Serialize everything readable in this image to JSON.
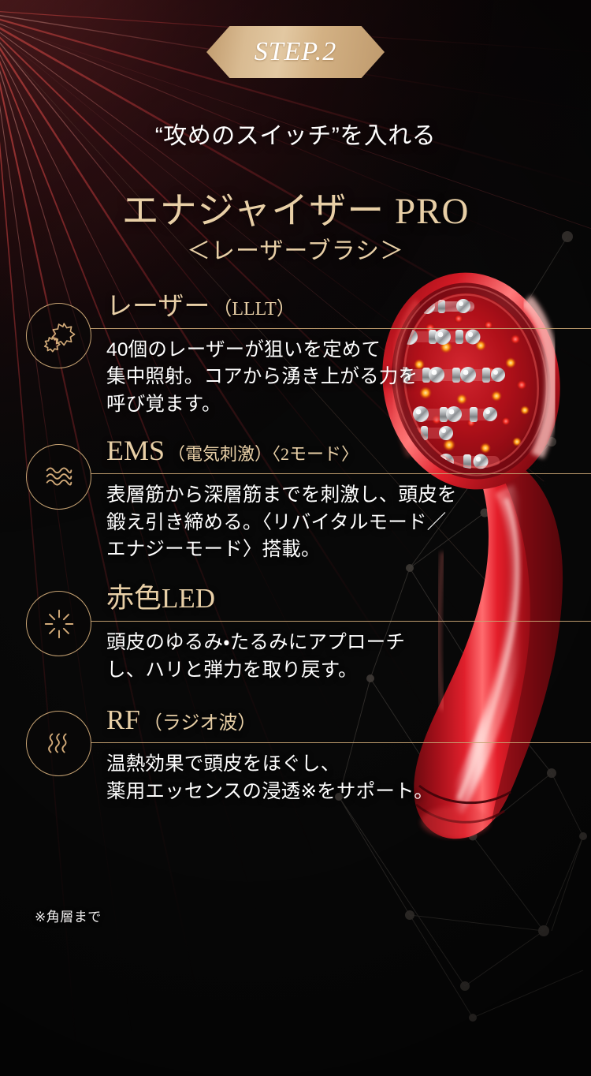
{
  "banner": {
    "label": "STEP.2"
  },
  "headings": {
    "lead": "“攻めのスイッチ”を入れる",
    "product_title": "エナジャイザー PRO",
    "product_subtitle": "＜レーザーブラシ＞"
  },
  "features": [
    {
      "icon": "starburst-icon",
      "title_main": "レーザー",
      "title_sub": "（LLLT）",
      "lines": [
        "40個のレーザーが狙いを定めて",
        "集中照射。コアから湧き上がる力を",
        "呼び覚ます。"
      ]
    },
    {
      "icon": "waves-icon",
      "title_main": "EMS",
      "title_sub": "（電気刺激）〈2モード〉",
      "lines": [
        "表層筋から深層筋までを刺激し、頭皮を",
        "鍛え引き締める。〈リバイタルモード／",
        "エナジーモード〉搭載。"
      ]
    },
    {
      "icon": "light-rays-icon",
      "title_main": "赤色LED",
      "title_sub": "",
      "lines": [
        "頭皮のゆるみ・たるみにアプローチ",
        "し、ハリと弾力を取り戻す。"
      ]
    },
    {
      "icon": "heat-waves-icon",
      "title_main": "RF",
      "title_sub": "（ラジオ波）",
      "lines": [
        "温熱効果で頭皮をほぐし、",
        "薬用エッセンスの浸透※をサポート。"
      ]
    }
  ],
  "footnote": "※角層まで",
  "product": {
    "name": "laser-brush-device",
    "body_color": "#c4121f",
    "highlight_color": "#ff5a5f"
  },
  "theme": {
    "background": "#0a0a0a",
    "gold": "#c7a373",
    "gold_text": "#e8cfa6",
    "ray_red": "#7d1f26",
    "white": "#ffffff"
  }
}
